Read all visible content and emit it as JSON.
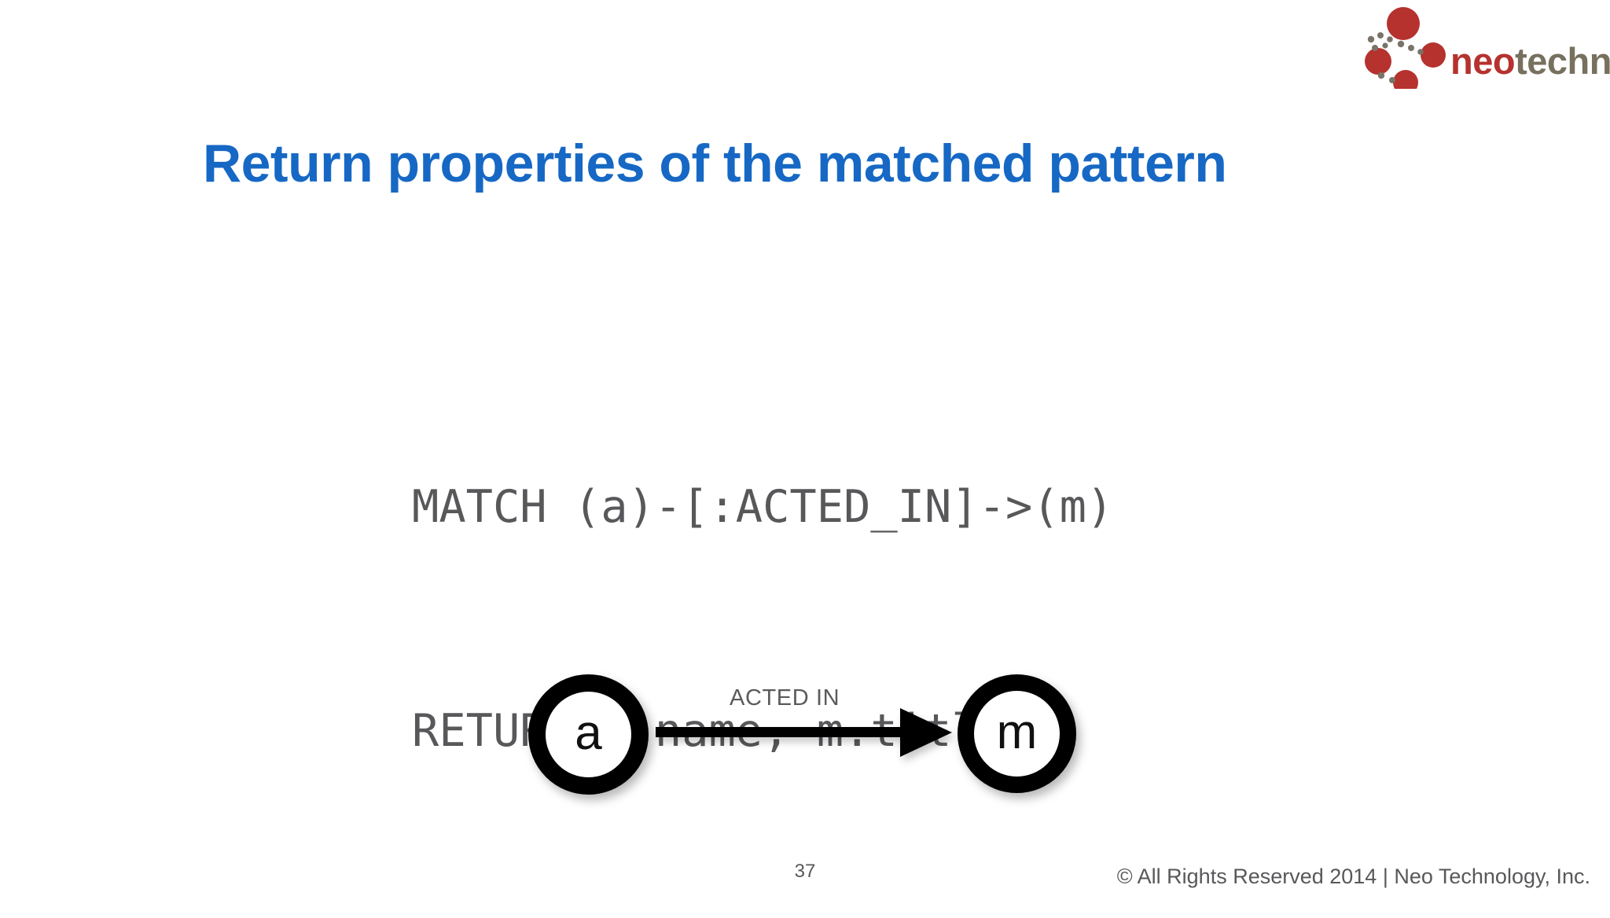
{
  "slide": {
    "title": "Return properties of the matched pattern",
    "title_color": "#1668c4",
    "background": "#ffffff",
    "slide_number": "37",
    "copyright": "© All Rights Reserved 2014 | Neo Technology, Inc."
  },
  "logo": {
    "name_primary": "neo",
    "name_secondary": "technology",
    "primary_color": "#b5322e",
    "secondary_color": "#77705f",
    "dot_color": "#7a7468"
  },
  "code": {
    "language": "cypher",
    "color": "#58585b",
    "lines": [
      "MATCH (a)-[:ACTED_IN]->(m)",
      "RETURN a.name, m.title;"
    ]
  },
  "graph": {
    "nodes": [
      {
        "id": "a",
        "label": "a"
      },
      {
        "id": "m",
        "label": "m"
      }
    ],
    "relationship": {
      "label": "ACTED IN",
      "from": "a",
      "to": "m",
      "direction": "right",
      "color": "#000000"
    }
  }
}
